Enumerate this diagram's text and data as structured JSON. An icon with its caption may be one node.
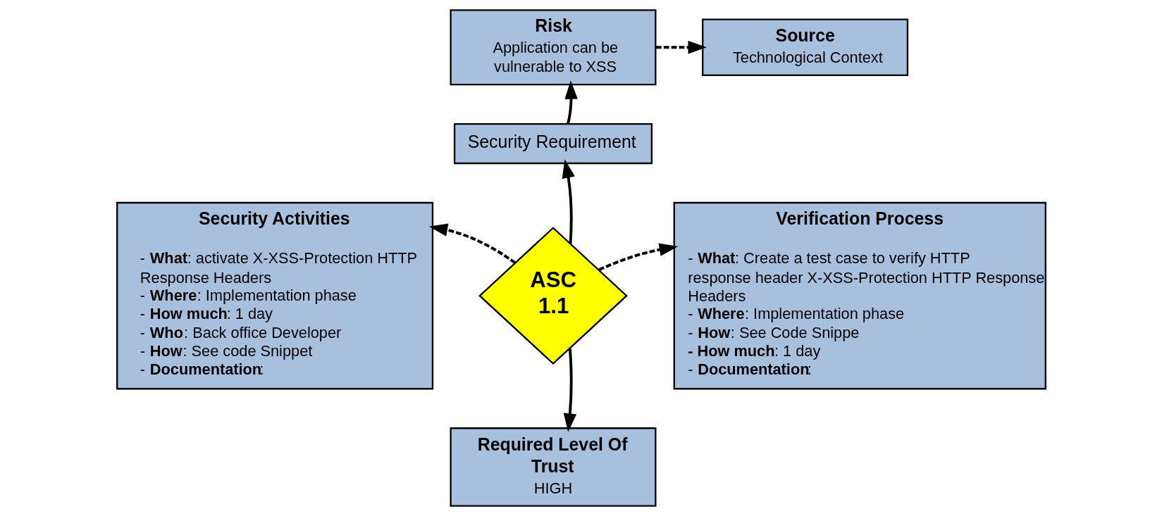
{
  "diagram": {
    "nodes": [
      {
        "text": [
          "Risk",
          "Application can be vulnerable to XSS"
        ]
      },
      {
        "text": [
          "Source",
          "Technological Context"
        ]
      },
      {
        "text": [
          "Security Requirement"
        ]
      },
      {
        "text": [
          "Security Activities",
          "- **What**: activate X-XSS-Protection HTTP Response Headers",
          "- **Where**: Implementation phase",
          "- **How much**: 1 day",
          "- **Who**: Back office Developer",
          "- **How**: See code Snippet",
          "- **Documentation**:"
        ]
      },
      {
        "text": [
          "ASC 1.1"
        ]
      },
      {
        "text": [
          "Verification Process",
          "- **What**: Create a test case to verify HTTP response header X-XSS-Protection HTTP Response Headers",
          "- **Where**: Implementation phase",
          "- **How**: See Code Snippe",
          "**- How much**: 1 day",
          "- **Documentation**:"
        ]
      },
      {
        "text": [
          "Required Level Of Trust",
          "HIGH"
        ]
      }
    ],
    "edges": [
      {
        "from": 0,
        "to": 1,
        "arrow": "to",
        "style": "dashed"
      },
      {
        "from": 2,
        "to": 0,
        "arrow": "to"
      },
      {
        "from": 4,
        "to": 2,
        "arrow": "to"
      },
      {
        "from": 4,
        "to": 3,
        "arrow": "to",
        "style": "dashed"
      },
      {
        "from": 4,
        "to": 5,
        "arrow": "to",
        "style": "dashed"
      },
      {
        "from": 4,
        "to": 6,
        "arrow": "to"
      }
    ]
  }
}
